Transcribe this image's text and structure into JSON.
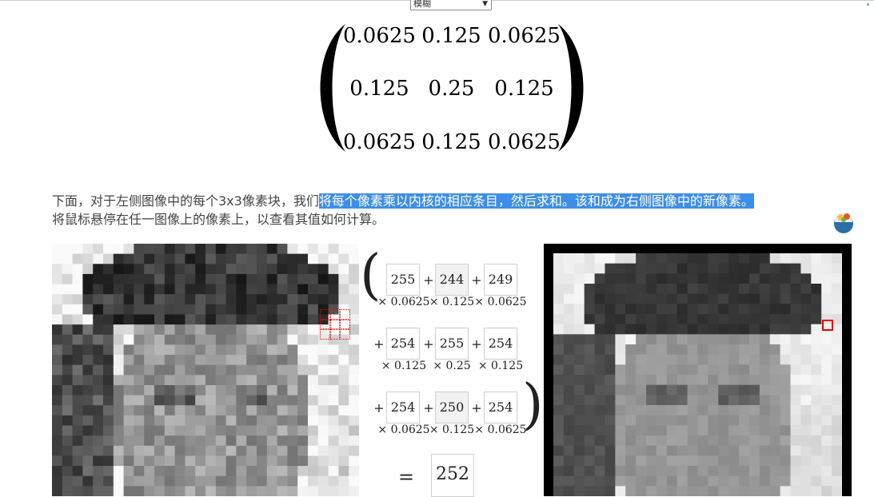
{
  "filter_select": {
    "value": "模糊"
  },
  "kernel": {
    "rows": [
      [
        "0.0625",
        "0.125",
        "0.0625"
      ],
      [
        "0.125",
        "0.25",
        "0.125"
      ],
      [
        "0.0625",
        "0.125",
        "0.0625"
      ]
    ]
  },
  "description": {
    "line1_plain": "下面，对于左侧图像中的每个3x3像素块，我们",
    "line1_highlighted": "将每个像素乘以内核的相应条目，然后求和。该和成为右侧图像中的新像素。",
    "line2": "将鼠标悬停在任一图像上的像素上，以查看其值如何计算。"
  },
  "calculation": {
    "rows": [
      {
        "values": [
          "255",
          "244",
          "249"
        ],
        "weights": [
          "× 0.0625",
          "× 0.125",
          "× 0.0625"
        ]
      },
      {
        "values": [
          "254",
          "255",
          "254"
        ],
        "weights": [
          "× 0.125",
          "× 0.25",
          "× 0.125"
        ]
      },
      {
        "values": [
          "254",
          "250",
          "254"
        ],
        "weights": [
          "× 0.0625",
          "× 0.125",
          "× 0.0625"
        ]
      }
    ],
    "plus": "+",
    "equals": "=",
    "result": "252"
  },
  "icons": {
    "dropdown": "chevron-down-icon",
    "site": "site-logo-icon"
  }
}
